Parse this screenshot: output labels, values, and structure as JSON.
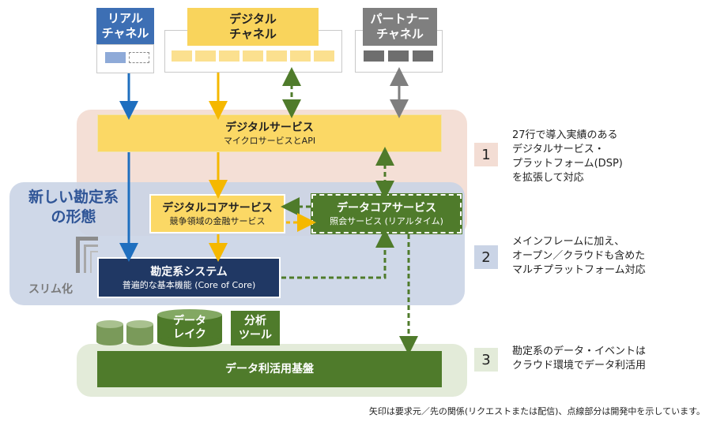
{
  "channels": {
    "real": {
      "line1": "リアル",
      "line2": "チャネル"
    },
    "digital": {
      "line1": "デジタル",
      "line2": "チャネル"
    },
    "partner": {
      "line1": "パートナー",
      "line2": "チャネル"
    }
  },
  "new_form_label": {
    "line1": "新しい勘定系",
    "line2": "の形態"
  },
  "slim_label": "スリム化",
  "digital_services": {
    "title": "デジタルサービス",
    "subtitle": "マイクロサービスとAPI"
  },
  "digital_core": {
    "title": "デジタルコアサービス",
    "subtitle": "競争領域の金融サービス"
  },
  "data_core": {
    "title": "データコアサービス",
    "subtitle": "照会サービス (リアルタイム)"
  },
  "core_system": {
    "title": "勘定系システム",
    "subtitle": "普遍的な基本機能 (Core of Core)"
  },
  "data_lake": {
    "line1": "データ",
    "line2": "レイク"
  },
  "analysis_tools": {
    "line1": "分析",
    "line2": "ツール"
  },
  "data_platform": "データ利活用基盤",
  "notes": [
    {
      "num": "1",
      "color": "#f3ddd4",
      "lines": [
        "27行で導入実績のある",
        "デジタルサービス・",
        "プラットフォーム(DSP)",
        "を拡張して対応"
      ]
    },
    {
      "num": "2",
      "color": "#cad4e6",
      "lines": [
        "メインフレームに加え、",
        "オープン／クラウドも含めた",
        "マルチプラットフォーム対応"
      ]
    },
    {
      "num": "3",
      "color": "#e3ebd9",
      "lines": [
        "勘定系のデータ・イベントは",
        "クラウド環境でデータ利活用"
      ]
    }
  ],
  "footnote": "矢印は要求元／先の関係(リクエストまたは配信)、点線部分は開発中を示しています。",
  "colors": {
    "blue_arrow": "#1f6fbf",
    "yellow_arrow": "#f5b800",
    "green_dashed": "#4f7b2b",
    "gray_arrow": "#7f7f7f"
  }
}
